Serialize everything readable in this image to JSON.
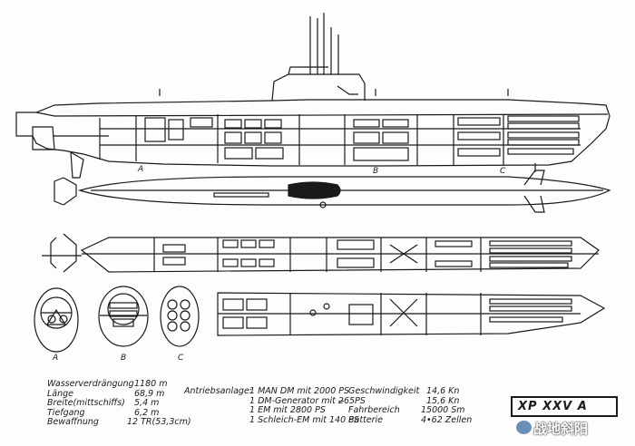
{
  "section_markers": {
    "a": "A",
    "b": "B",
    "c": "C",
    "arrow_a": "A"
  },
  "section_captions": [
    "A",
    "B",
    "C"
  ],
  "type_label": "XP XXV A",
  "watermark": "战地斜阳",
  "specs_left": [
    {
      "label": "Wasserverdrängung",
      "value": "1180 m"
    },
    {
      "label": "Länge",
      "value": "68,9 m"
    },
    {
      "label": "Breite(mittschiffs)",
      "value": "5,4 m"
    },
    {
      "label": "Tiefgang",
      "value": "6,2 m"
    },
    {
      "label": "Bewaffnung",
      "value": "12 TR(53,3cm)"
    }
  ],
  "specs_mid": {
    "heading": "Antriebsanlage:",
    "lines": [
      "1 MAN DM mit 2000 PS",
      "1 DM-Generator mit 2̶65PS",
      "1 EM mit 2800 PS",
      "1 Schleich-EM mit 140 PS"
    ]
  },
  "specs_right": [
    {
      "label": "Geschwindigkeit",
      "value": "14,6 Kn"
    },
    {
      "label": "",
      "value": "15,6 Kn"
    },
    {
      "label": "Fahrbereich",
      "value": "15000 Sm"
    },
    {
      "label": "Batterie",
      "value": "4•62 Zellen"
    }
  ],
  "colors": {
    "ink": "#1a1a1a",
    "paper": "#fdfdfb",
    "watermark_badge": "#6a8fb8"
  }
}
